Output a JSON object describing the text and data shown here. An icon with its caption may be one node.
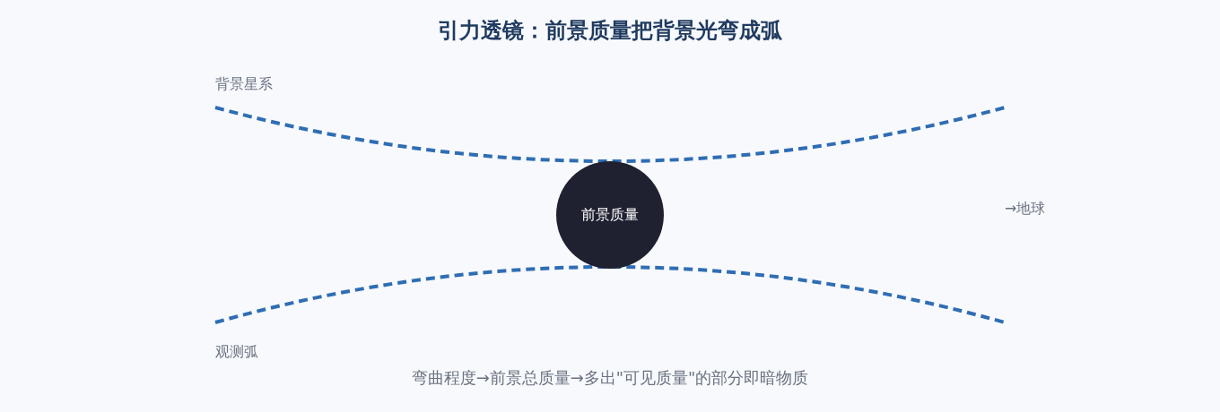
{
  "diagram": {
    "title": "引力透镜：前景质量把背景光弯成弧",
    "nodes": [
      {
        "text": [
          "前景质量"
        ]
      }
    ],
    "labels": [
      "背景星系",
      "→地球",
      "观测弧"
    ],
    "caption": "弯曲程度→前景总质量→多出\"可见质量\"的部分即暗物质"
  }
}
